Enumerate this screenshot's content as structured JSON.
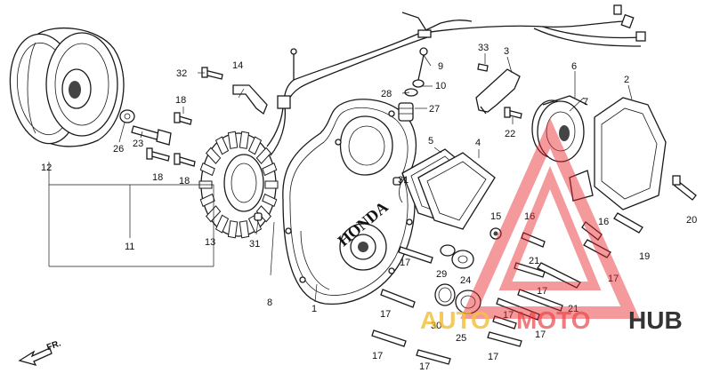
{
  "diagram": {
    "brand_on_cover": "HONDA",
    "direction_label": "FR.",
    "callouts": [
      {
        "id": "c12",
        "text": "12"
      },
      {
        "id": "c11",
        "text": "11"
      },
      {
        "id": "c26",
        "text": "26"
      },
      {
        "id": "c23",
        "text": "23"
      },
      {
        "id": "c18a",
        "text": "18"
      },
      {
        "id": "c18b",
        "text": "18"
      },
      {
        "id": "c18c",
        "text": "18"
      },
      {
        "id": "c32",
        "text": "32"
      },
      {
        "id": "c14",
        "text": "14"
      },
      {
        "id": "c13",
        "text": "13"
      },
      {
        "id": "c31a",
        "text": "31"
      },
      {
        "id": "c31b",
        "text": "31"
      },
      {
        "id": "c8",
        "text": "8"
      },
      {
        "id": "c1",
        "text": "1"
      },
      {
        "id": "c9",
        "text": "9"
      },
      {
        "id": "c10",
        "text": "10"
      },
      {
        "id": "c28",
        "text": "28"
      },
      {
        "id": "c27",
        "text": "27"
      },
      {
        "id": "c33",
        "text": "33"
      },
      {
        "id": "c3",
        "text": "3"
      },
      {
        "id": "c6",
        "text": "6"
      },
      {
        "id": "c7",
        "text": "7"
      },
      {
        "id": "c2",
        "text": "2"
      },
      {
        "id": "c22",
        "text": "22"
      },
      {
        "id": "c5",
        "text": "5"
      },
      {
        "id": "c4",
        "text": "4"
      },
      {
        "id": "c15",
        "text": "15"
      },
      {
        "id": "c16a",
        "text": "16"
      },
      {
        "id": "c16b",
        "text": "16"
      },
      {
        "id": "c20",
        "text": "20"
      },
      {
        "id": "c19",
        "text": "19"
      },
      {
        "id": "c21a",
        "text": "21"
      },
      {
        "id": "c21b",
        "text": "21"
      },
      {
        "id": "c17a",
        "text": "17"
      },
      {
        "id": "c17b",
        "text": "17"
      },
      {
        "id": "c17c",
        "text": "17"
      },
      {
        "id": "c17d",
        "text": "17"
      },
      {
        "id": "c17e",
        "text": "17"
      },
      {
        "id": "c17f",
        "text": "17"
      },
      {
        "id": "c17g",
        "text": "17"
      },
      {
        "id": "c17h",
        "text": "17"
      },
      {
        "id": "c17i",
        "text": "17"
      },
      {
        "id": "c29",
        "text": "29"
      },
      {
        "id": "c24",
        "text": "24"
      },
      {
        "id": "c30",
        "text": "30"
      },
      {
        "id": "c25",
        "text": "25"
      }
    ]
  },
  "watermark": {
    "part1": "AUTO",
    "part2": "MOTO",
    "part3": "HUB",
    "color_red": "#e8252b",
    "color_yellow": "#f2b51d",
    "color_black": "#111111"
  }
}
